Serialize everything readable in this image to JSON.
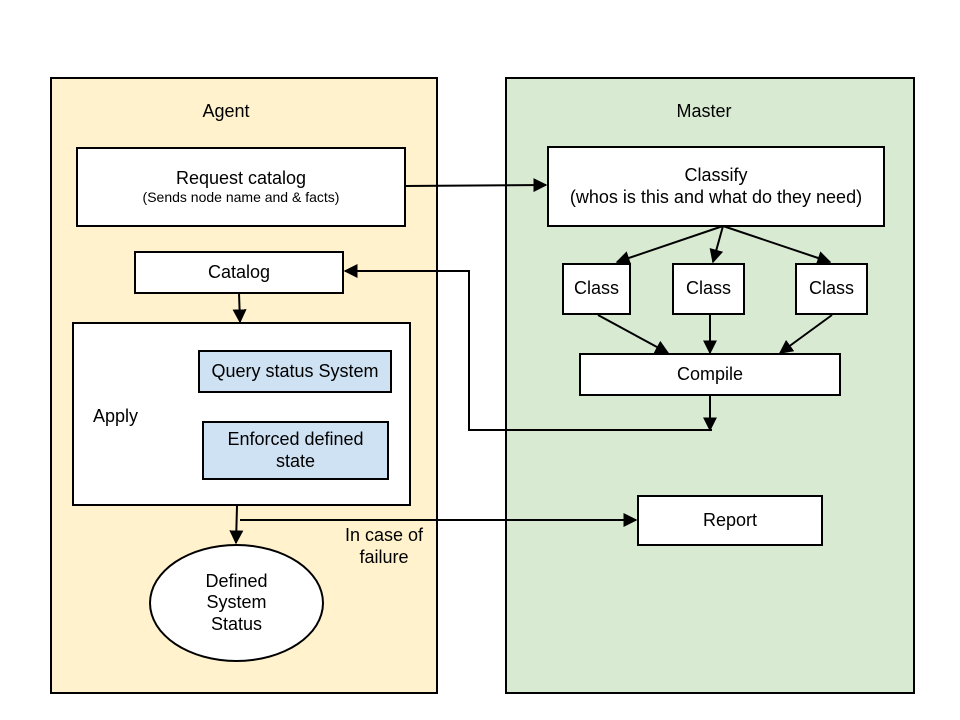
{
  "colors": {
    "agent_fill": "#fff2cc",
    "master_fill": "#d9ead3",
    "apply_subbox_fill": "#cfe2f3",
    "stroke": "#000000"
  },
  "agent": {
    "title": "Agent",
    "request_catalog": {
      "title": "Request catalog",
      "subtitle": "(Sends node name and & facts)"
    },
    "catalog": "Catalog",
    "apply": {
      "label": "Apply",
      "query_status": "Query status System",
      "enforced_line1": "Enforced defined",
      "enforced_line2": "state"
    },
    "defined_status": {
      "line1": "Defined",
      "line2": "System",
      "line3": "Status"
    }
  },
  "master": {
    "title": "Master",
    "classify": {
      "title": "Classify",
      "subtitle": "(whos is this and what do they need)"
    },
    "classes": [
      "Class",
      "Class",
      "Class"
    ],
    "compile": "Compile",
    "report": "Report"
  },
  "failure_note": {
    "line1": "In case of",
    "line2": "failure"
  }
}
